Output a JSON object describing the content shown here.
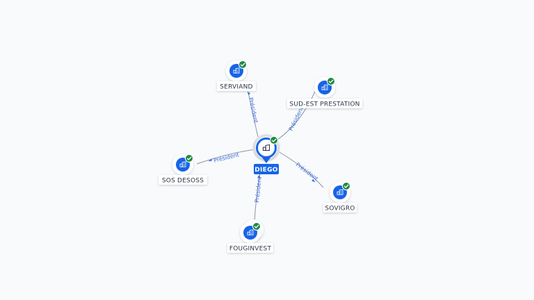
{
  "center": {
    "label": "DIEGO",
    "icon": "company-icon",
    "badge": "verified-check-icon"
  },
  "nodes": [
    {
      "id": "serviand",
      "label": "SERVIAND",
      "edge_label": "Président",
      "icon": "company-icon",
      "badge": "verified-check-icon"
    },
    {
      "id": "sud-est-prestation",
      "label": "SUD-EST PRESTATION",
      "edge_label": "Président",
      "icon": "company-icon",
      "badge": "verified-check-icon"
    },
    {
      "id": "sos-desoss",
      "label": "SOS DESOSS",
      "edge_label": "Président",
      "icon": "company-icon",
      "badge": "verified-check-icon"
    },
    {
      "id": "sovigro",
      "label": "SOVIGRO",
      "edge_label": "Président",
      "icon": "company-icon",
      "badge": "verified-check-icon"
    },
    {
      "id": "fouginvest",
      "label": "FOUGINVEST",
      "edge_label": "Président",
      "icon": "company-icon",
      "badge": "verified-check-icon"
    }
  ],
  "colors": {
    "node_blue": "#1764e8",
    "badge_green": "#1f8a43",
    "edge_text": "#3d6fd9",
    "edge_line": "#8a93a6"
  }
}
